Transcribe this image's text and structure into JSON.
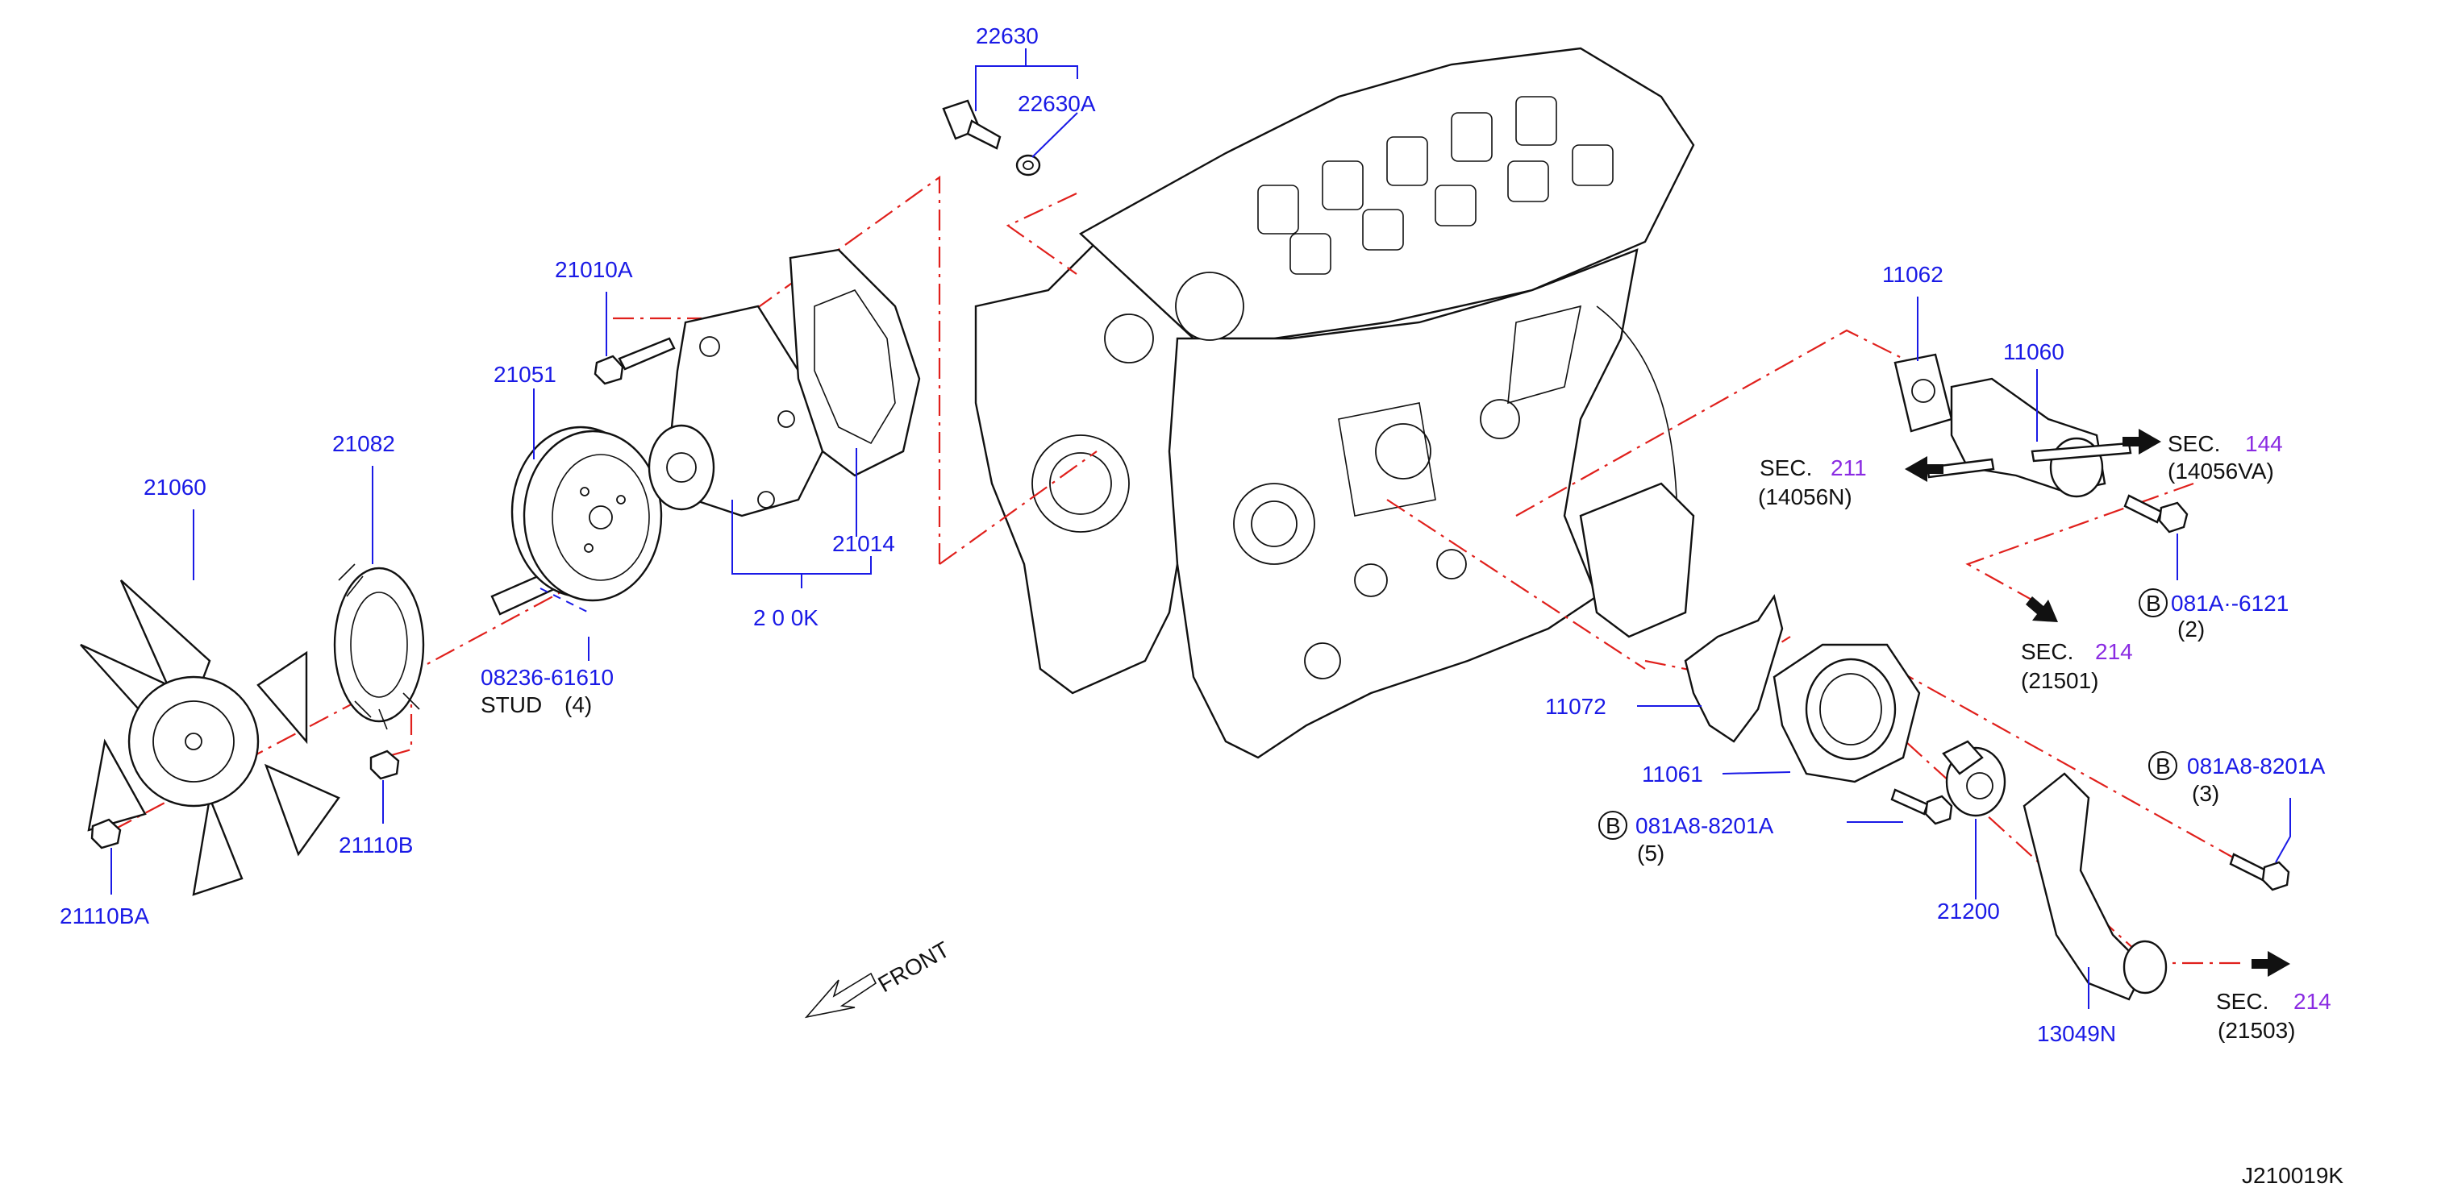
{
  "diagram_id": "J210019K",
  "front_label": "FRONT",
  "parts": {
    "p22630": "22630",
    "p22630A": "22630A",
    "p21010A": "21010A",
    "p21051": "21051",
    "p21082": "21082",
    "p21060": "21060",
    "p21014": "21014",
    "p21010K": "2 0 0K",
    "p08236": "08236-61610",
    "stud": "STUD",
    "stud_qty": "(4)",
    "p21110B": "21110B",
    "p21110BA": "21110BA",
    "p11062": "11062",
    "p11060": "11060",
    "p11072": "11072",
    "p11061": "11061",
    "p21200": "21200",
    "p13049N": "13049N",
    "bolt_b_left": "081A8-8201A",
    "bolt_b_left_qty": "(5)",
    "bolt_b_right": "081A8-8201A",
    "bolt_b_right_qty": "(3)",
    "bolt_b_top": "081A·-6121",
    "bolt_b_top_qty": "(2)",
    "b_marker": "B"
  },
  "sections": {
    "sec211_word": "SEC.",
    "sec211_num": "211",
    "sec211_ref": "(14056N)",
    "sec144_word": "SEC.",
    "sec144_num": "144",
    "sec144_ref": "(14056VA)",
    "sec214a_word": "SEC.",
    "sec214a_num": "214",
    "sec214a_ref": "(21501)",
    "sec214b_word": "SEC.",
    "sec214b_num": "214",
    "sec214b_ref": "(21503)"
  },
  "colors": {
    "label_blue": "#1a1ae6",
    "section_purple": "#8a2be2",
    "dash_red": "#e0201c",
    "line_black": "#111111"
  }
}
